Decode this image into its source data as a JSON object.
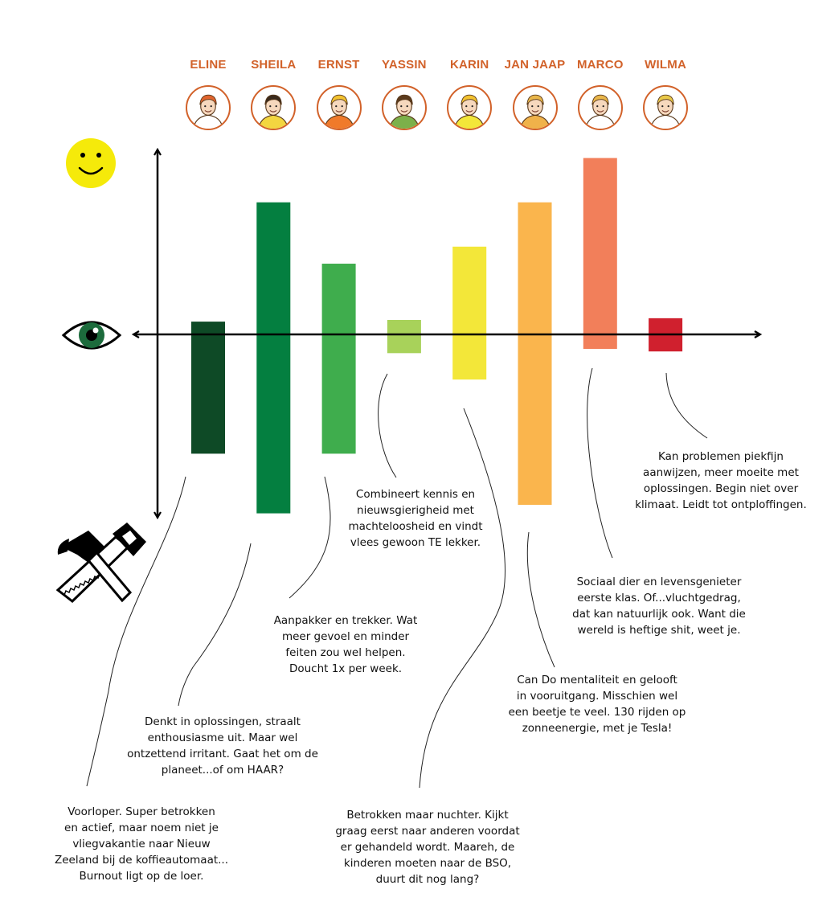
{
  "chart_data": {
    "type": "bar",
    "title": "",
    "xlabel": "",
    "ylabel": "",
    "categories": [
      "ELINE",
      "SHEILA",
      "ERNST",
      "YASSIN",
      "KARIN",
      "JAN JAAP",
      "MARCO",
      "WILMA"
    ],
    "bars": [
      {
        "name": "ELINE",
        "top": 0.15,
        "bottom": -1.4,
        "color": "#0e4a26"
      },
      {
        "name": "SHEILA",
        "top": 1.55,
        "bottom": -2.1,
        "color": "#047f40"
      },
      {
        "name": "ERNST",
        "top": 0.83,
        "bottom": -1.4,
        "color": "#3fad4d"
      },
      {
        "name": "YASSIN",
        "top": 0.17,
        "bottom": -0.22,
        "color": "#a8d25a"
      },
      {
        "name": "KARIN",
        "top": 1.03,
        "bottom": -0.53,
        "color": "#f3e739"
      },
      {
        "name": "JAN JAAP",
        "top": 1.55,
        "bottom": -2.0,
        "color": "#fab54d"
      },
      {
        "name": "MARCO",
        "top": 2.07,
        "bottom": -0.17,
        "color": "#f27f5a"
      },
      {
        "name": "WILMA",
        "top": 0.19,
        "bottom": -0.2,
        "color": "#d0202e"
      }
    ],
    "ylim": [
      -2.2,
      2.2
    ],
    "grid": false,
    "legend": "none"
  },
  "icons": {
    "top_axis": "smiley-face-icon",
    "left_axis": "eye-icon",
    "bottom_axis": "hammer-and-saw-icon"
  },
  "descriptions": [
    {
      "name": "ELINE",
      "text": "Voorloper. Super betrokken\nen actief, maar noem niet je\nvliegvakantie naar Nieuw\nZeeland bij de koffieautomaat...\nBurnout ligt op de loer."
    },
    {
      "name": "SHEILA",
      "text": "Denkt in oplossingen, straalt\nenthousiasme uit. Maar wel\nontzettend irritant. Gaat het om de\nplaneet...of om HAAR?"
    },
    {
      "name": "ERNST",
      "text": "Aanpakker en trekker. Wat\nmeer gevoel en minder\nfeiten zou wel helpen.\nDoucht 1x per week."
    },
    {
      "name": "YASSIN",
      "text": "Combineert kennis en\nnieuwsgierigheid met\nmachteloosheid en vindt\nvlees gewoon TE lekker."
    },
    {
      "name": "KARIN",
      "text": "Betrokken maar nuchter. Kijkt\ngraag eerst naar anderen voordat\ner gehandeld wordt. Maareh, de\nkinderen moeten  naar de BSO,\nduurt dit nog lang?"
    },
    {
      "name": "JAN JAAP",
      "text": "Can Do mentaliteit en gelooft\nin vooruitgang. Misschien wel\neen beetje te veel. 130 rijden op\nzonneenergie, met je Tesla!"
    },
    {
      "name": "MARCO",
      "text": "Sociaal dier en levensgenieter\neerste klas. Of...vluchtgedrag,\ndat kan natuurlijk ook. Want die\nwereld is heftige shit, weet je."
    },
    {
      "name": "WILMA",
      "text": "Kan problemen piekfijn\naanwijzen, meer moeite met\noplossingen. Begin niet over\nklimaat. Leidt tot ontploffingen."
    }
  ]
}
